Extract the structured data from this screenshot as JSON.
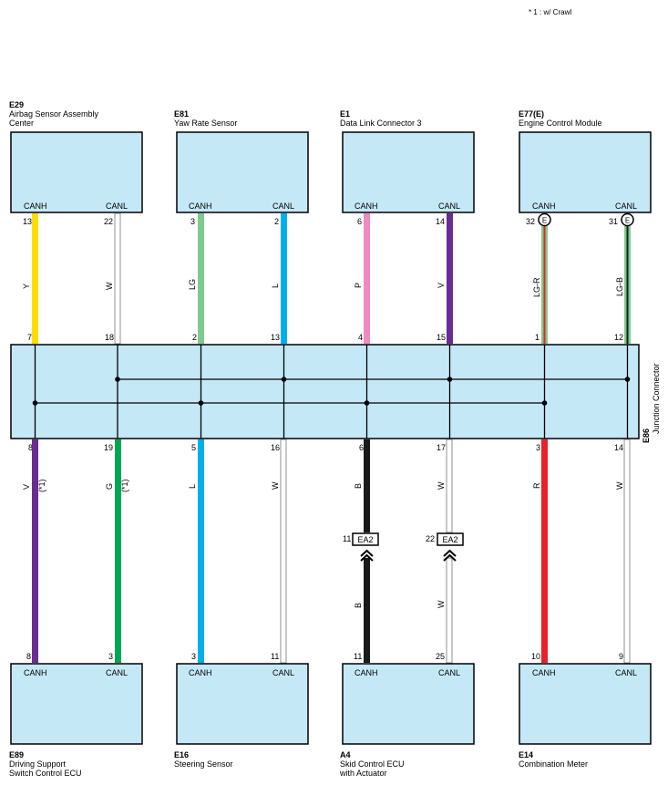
{
  "note": "* 1 : w/ Crawl",
  "top_connectors": [
    {
      "code": "E29",
      "name_lines": [
        "Airbag Sensor Assembly",
        "Center"
      ],
      "pin_labels": [
        "CANH",
        "CANL"
      ],
      "wires": [
        {
          "pin": "13",
          "color": "Y",
          "jpin": "7"
        },
        {
          "pin": "22",
          "color": "W",
          "jpin": "18"
        }
      ]
    },
    {
      "code": "E81",
      "name_lines": [
        "Yaw Rate Sensor"
      ],
      "pin_labels": [
        "CANH",
        "CANL"
      ],
      "wires": [
        {
          "pin": "3",
          "color": "LG",
          "jpin": "2"
        },
        {
          "pin": "2",
          "color": "L",
          "jpin": "13"
        }
      ]
    },
    {
      "code": "E1",
      "name_lines": [
        "Data Link Connector 3"
      ],
      "pin_labels": [
        "CANH",
        "CANL"
      ],
      "wires": [
        {
          "pin": "6",
          "color": "P",
          "jpin": "4"
        },
        {
          "pin": "14",
          "color": "V",
          "jpin": "15"
        }
      ]
    },
    {
      "code": "E77(E)",
      "name_lines": [
        "Engine Control Module"
      ],
      "pin_labels": [
        "CANH",
        "CANL"
      ],
      "wires": [
        {
          "pin": "32",
          "color": "LG-R",
          "jpin": "1",
          "circle": "E"
        },
        {
          "pin": "31",
          "color": "LG-B",
          "jpin": "12",
          "circle": "E"
        }
      ]
    }
  ],
  "junction": {
    "code": "E86",
    "name": "Junction Connector"
  },
  "bottom_connectors": [
    {
      "code": "E89",
      "name_lines": [
        "Driving Support",
        "Switch Control ECU"
      ],
      "pin_labels": [
        "CANH",
        "CANL"
      ],
      "wires": [
        {
          "jpin": "8",
          "color": "V",
          "note": "(*1)",
          "pin": "8"
        },
        {
          "jpin": "19",
          "color": "G",
          "note": "(*1)",
          "pin": "3"
        }
      ]
    },
    {
      "code": "E16",
      "name_lines": [
        "Steering Sensor"
      ],
      "pin_labels": [
        "CANH",
        "CANL"
      ],
      "wires": [
        {
          "jpin": "5",
          "color": "L",
          "pin": "3"
        },
        {
          "jpin": "16",
          "color": "W",
          "pin": "11"
        }
      ]
    },
    {
      "code": "A4",
      "name_lines": [
        "Skid Control ECU",
        "with Actuator"
      ],
      "pin_labels": [
        "CANH",
        "CANL"
      ],
      "wires": [
        {
          "jpin": "6",
          "color": "B",
          "pin": "11",
          "inline": {
            "pin": "11",
            "code": "EA2"
          },
          "color2": "B"
        },
        {
          "jpin": "17",
          "color": "W",
          "pin": "25",
          "inline": {
            "pin": "22",
            "code": "EA2"
          },
          "color2": "W"
        }
      ]
    },
    {
      "code": "E14",
      "name_lines": [
        "Combination Meter"
      ],
      "pin_labels": [
        "CANH",
        "CANL"
      ],
      "wires": [
        {
          "jpin": "3",
          "color": "R",
          "pin": "10"
        },
        {
          "jpin": "14",
          "color": "W",
          "pin": "9"
        }
      ]
    }
  ],
  "wire_colors": {
    "Y": "#ffdd00",
    "W": "#ffffff",
    "LG": "#7ecb8f",
    "L": "#00aeef",
    "P": "#f08ac0",
    "V": "#6a2c91",
    "B": "#1a1a1a",
    "R": "#e8202a",
    "G": "#00a651",
    "LG-R_stripe": "#e8202a",
    "LG-B_stripe": "#1a1a1a"
  },
  "box_fill": "#c5e8f7"
}
